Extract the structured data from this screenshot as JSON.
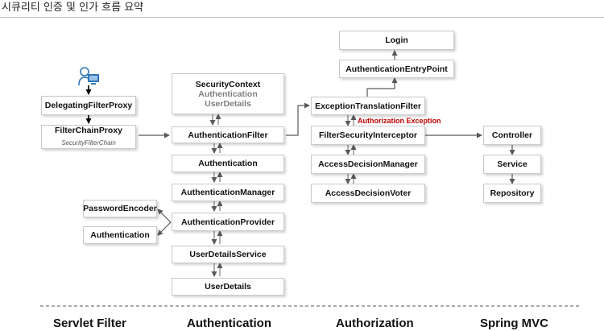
{
  "title": "시큐리티 인증 및 인가 흐름 요약",
  "servlet": {
    "delegating": "DelegatingFilterProxy",
    "filter_chain_proxy": "FilterChainProxy",
    "filter_chain_sub": "SecurityFilterChain"
  },
  "auth": {
    "security_context": "SecurityContext",
    "sc_authentication": "Authentication",
    "sc_userdetails": "UserDetails",
    "authentication_filter": "AuthenticationFilter",
    "authentication": "Authentication",
    "authentication_manager": "AuthenticationManager",
    "authentication_provider": "AuthenticationProvider",
    "password_encoder": "PasswordEncoder",
    "side_authentication": "Authentication",
    "userdetails_service": "UserDetailsService",
    "userdetails": "UserDetails"
  },
  "authz": {
    "login": "Login",
    "entry_point": "AuthenticationEntryPoint",
    "exception_translation_filter": "ExceptionTranslationFilter",
    "authorization_exception": "Authorization Exception",
    "filter_security_interceptor": "FilterSecurityInterceptor",
    "access_decision_manager": "AccessDecisionManager",
    "access_decision_voter": "AccessDecisionVoter"
  },
  "mvc": {
    "controller": "Controller",
    "service": "Service",
    "repository": "Repository"
  },
  "sections": {
    "servlet_filter": "Servlet Filter",
    "authentication": "Authentication",
    "authorization": "Authorization",
    "spring_mvc": "Spring MVC"
  },
  "colors": {
    "exception_text": "#c00000",
    "arrow": "#595959",
    "icon_blue": "#2e75b6"
  },
  "icons": {
    "user": "user-with-monitor-icon"
  }
}
